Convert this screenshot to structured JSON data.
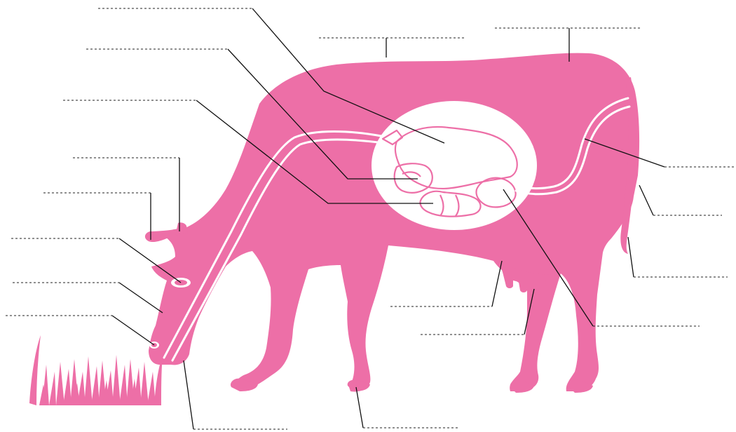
{
  "colors": {
    "body": "#ed6fa7",
    "background": "#ffffff",
    "line": "#111111"
  },
  "labels": [
    {
      "id": "label-1",
      "text": ""
    },
    {
      "id": "label-2",
      "text": ""
    },
    {
      "id": "label-3",
      "text": ""
    },
    {
      "id": "label-4",
      "text": ""
    },
    {
      "id": "label-5",
      "text": ""
    },
    {
      "id": "label-6",
      "text": ""
    },
    {
      "id": "label-7",
      "text": ""
    },
    {
      "id": "label-8",
      "text": ""
    },
    {
      "id": "label-9",
      "text": ""
    },
    {
      "id": "label-10",
      "text": ""
    },
    {
      "id": "label-11",
      "text": ""
    },
    {
      "id": "label-12",
      "text": ""
    },
    {
      "id": "label-13",
      "text": ""
    },
    {
      "id": "label-14",
      "text": ""
    },
    {
      "id": "label-15",
      "text": ""
    },
    {
      "id": "label-16",
      "text": ""
    },
    {
      "id": "label-17",
      "text": ""
    },
    {
      "id": "label-18",
      "text": ""
    }
  ]
}
